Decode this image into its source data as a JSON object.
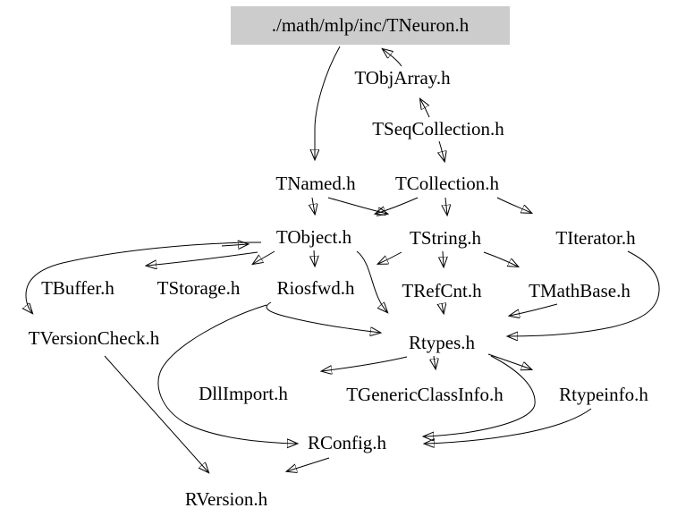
{
  "diagram": {
    "kind": "include-dependency-graph",
    "root_highlight_color": "#cccccc",
    "edge_color": "#000000",
    "text_color": "#000000",
    "background_color": "#ffffff",
    "nodes": [
      {
        "id": "tneuron",
        "label": "./math/mlp/inc/TNeuron.h",
        "root": true
      },
      {
        "id": "tobjarray",
        "label": "TObjArray.h"
      },
      {
        "id": "tseqcollection",
        "label": "TSeqCollection.h"
      },
      {
        "id": "tnamed",
        "label": "TNamed.h"
      },
      {
        "id": "tcollection",
        "label": "TCollection.h"
      },
      {
        "id": "tobject",
        "label": "TObject.h"
      },
      {
        "id": "tstring",
        "label": "TString.h"
      },
      {
        "id": "titerator",
        "label": "TIterator.h"
      },
      {
        "id": "tbuffer",
        "label": "TBuffer.h"
      },
      {
        "id": "tstorage",
        "label": "TStorage.h"
      },
      {
        "id": "riosfwd",
        "label": "Riosfwd.h"
      },
      {
        "id": "trefcnt",
        "label": "TRefCnt.h"
      },
      {
        "id": "tmathbase",
        "label": "TMathBase.h"
      },
      {
        "id": "tversioncheck",
        "label": "TVersionCheck.h"
      },
      {
        "id": "rtypes",
        "label": "Rtypes.h"
      },
      {
        "id": "dllimport",
        "label": "DllImport.h"
      },
      {
        "id": "tgenericclassinfo",
        "label": "TGenericClassInfo.h"
      },
      {
        "id": "rtypeinfo",
        "label": "Rtypeinfo.h"
      },
      {
        "id": "rconfig",
        "label": "RConfig.h"
      },
      {
        "id": "rversion",
        "label": "RVersion.h"
      }
    ],
    "edges": [
      {
        "from": "tobjarray",
        "to": "tneuron"
      },
      {
        "from": "tneuron",
        "to": "tnamed"
      },
      {
        "from": "tseqcollection",
        "to": "tobjarray"
      },
      {
        "from": "tseqcollection",
        "to": "tcollection"
      },
      {
        "from": "tnamed",
        "to": "tobject"
      },
      {
        "from": "tnamed",
        "to": "tstring"
      },
      {
        "from": "tcollection",
        "to": "tobject"
      },
      {
        "from": "tcollection",
        "to": "tstring"
      },
      {
        "from": "tcollection",
        "to": "titerator"
      },
      {
        "from": "tobject",
        "to": "tversioncheck"
      },
      {
        "from": "tbuffer",
        "to": "tobject"
      },
      {
        "from": "tobject",
        "to": "tbuffer"
      },
      {
        "from": "tobject",
        "to": "tstorage"
      },
      {
        "from": "tobject",
        "to": "riosfwd"
      },
      {
        "from": "tobject",
        "to": "rtypes"
      },
      {
        "from": "tstring",
        "to": "riosfwd"
      },
      {
        "from": "tstring",
        "to": "trefcnt"
      },
      {
        "from": "tstring",
        "to": "tmathbase"
      },
      {
        "from": "trefcnt",
        "to": "rtypes"
      },
      {
        "from": "tmathbase",
        "to": "rtypes"
      },
      {
        "from": "titerator",
        "to": "rtypes"
      },
      {
        "from": "riosfwd",
        "to": "rtypes"
      },
      {
        "from": "riosfwd",
        "to": "rconfig"
      },
      {
        "from": "rtypes",
        "to": "dllimport"
      },
      {
        "from": "rtypes",
        "to": "tgenericclassinfo"
      },
      {
        "from": "rtypes",
        "to": "rtypeinfo"
      },
      {
        "from": "rtypes",
        "to": "rconfig"
      },
      {
        "from": "rtypeinfo",
        "to": "rconfig"
      },
      {
        "from": "tversioncheck",
        "to": "rversion"
      },
      {
        "from": "rconfig",
        "to": "rversion"
      }
    ]
  }
}
